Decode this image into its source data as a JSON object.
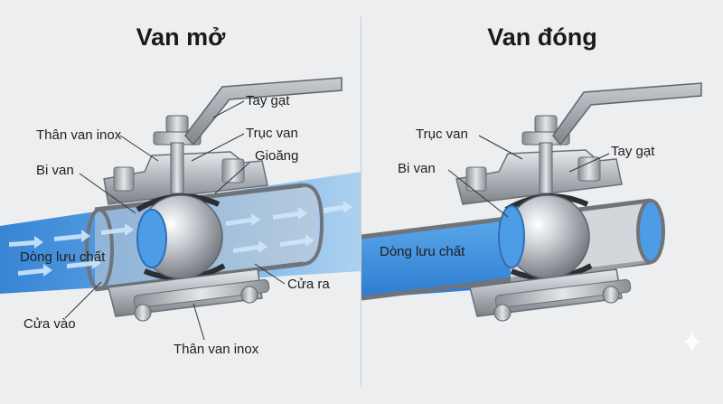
{
  "panels": {
    "open": {
      "title": "Van mở",
      "labels": {
        "handle": "Tay gạt",
        "body_top": "Thân van inox",
        "stem": "Trục van",
        "gasket": "Gioăng",
        "ball": "Bi van",
        "flow": "Dòng lưu chất",
        "outlet": "Cửa ra",
        "inlet": "Cửa vào",
        "body_bottom": "Thân van inox"
      }
    },
    "closed": {
      "title": "Van đóng",
      "labels": {
        "stem": "Trục van",
        "handle": "Tay gạt",
        "ball": "Bi van",
        "flow": "Dòng lưu chất"
      }
    }
  },
  "colors": {
    "flow_blue": "#3d8fdb",
    "flow_light": "#8fc4f0",
    "steel": "#b9bec4",
    "steel_dark": "#7b8087",
    "background": "#eceef0"
  },
  "icons": [
    "sparkle-icon"
  ]
}
